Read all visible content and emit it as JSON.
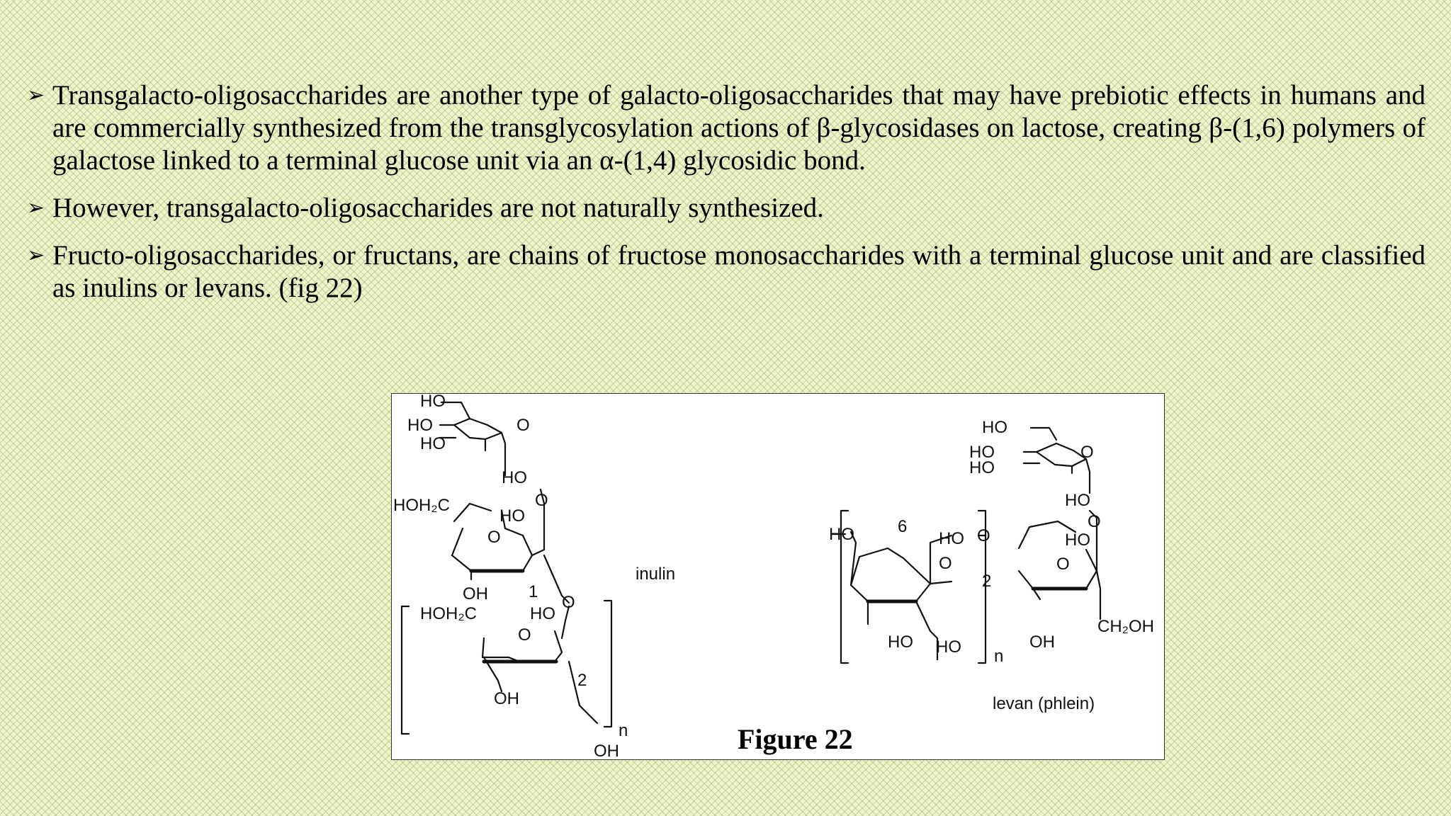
{
  "bullets": [
    "Transgalacto-oligosaccharides are another type of galacto-oligosaccharides that may have prebiotic effects in humans and are commercially synthesized from the transglycosylation actions of β-glycosidases on lactose, creating β-(1,6) polymers of galactose linked to a terminal glucose unit via an α-(1,4) glycosidic bond.",
    "However, transgalacto-oligosaccharides are not naturally synthesized.",
    "Fructo-oligosaccharides, or fructans, are chains of fructose monosaccharides with a terminal glucose unit and are classified as inulins or levans. (fig 22)"
  ],
  "bullet_marker": "➢",
  "figure": {
    "caption": "Figure 22",
    "inulin": {
      "name": "inulin",
      "labels": {
        "ho_top": "HO",
        "ho_a": "HO",
        "ho_b": "HO",
        "ring_o1": "O",
        "ho_c": "HO",
        "link_o1": "O",
        "hoh2c_1": "HOH₂C",
        "ho_d": "HO",
        "ring_o2": "O",
        "num_1": "1",
        "oh_1": "OH",
        "link_o2": "O",
        "hoh2c_2": "HOH₂C",
        "ho_e": "HO",
        "ring_o3": "O",
        "num_2": "2",
        "oh_2": "OH",
        "oh_3": "OH",
        "sub_n": "n"
      }
    },
    "levan": {
      "name": "levan (phlein)",
      "labels": {
        "ho_top": "HO",
        "ho_a": "HO",
        "ho_b": "HO",
        "ring_o1": "O",
        "ho_c": "HO",
        "link_o1": "O",
        "ho_end": "HO",
        "num_6": "6",
        "ho_d": "HO",
        "link_o2": "O",
        "ring_o2": "O",
        "num_2": "2",
        "ho_e": "HO",
        "ring_o3": "O",
        "ho_f": "HO",
        "ho_g": "HO",
        "oh_1": "OH",
        "ch2oh": "CH₂OH",
        "sub_n": "n"
      }
    }
  },
  "colors": {
    "background": "#eef3c8",
    "pattern": "#a0af78",
    "figure_bg": "#ffffff",
    "text": "#000000"
  }
}
